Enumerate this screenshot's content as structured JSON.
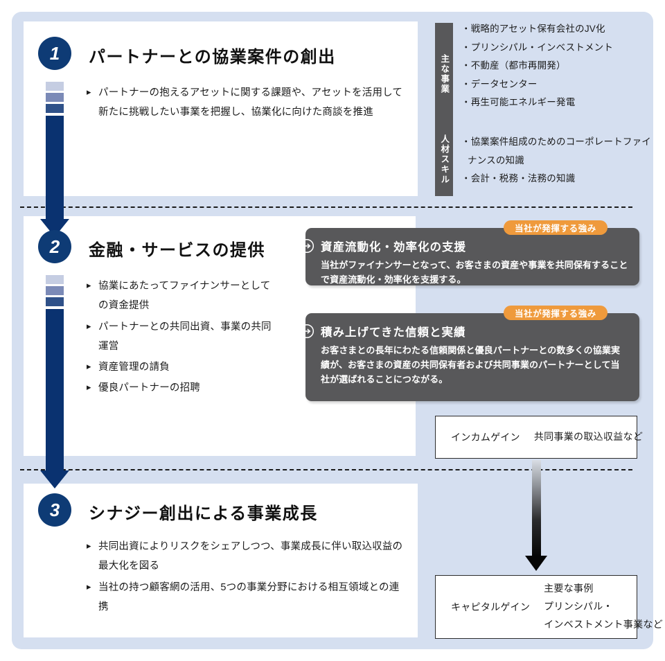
{
  "diagram": {
    "title_hidden": "",
    "colors": {
      "frame": "#d5dff0",
      "panel": "#ffffff",
      "navy": "#0e3b75",
      "arrow_navy": "#0a3270",
      "category_gray": "#58585a",
      "badge_orange": "#ef9a3c"
    }
  },
  "steps": [
    {
      "number": "1",
      "title": "パートナーとの協業案件の創出",
      "bullets": [
        "パートナーの抱えるアセットに関する課題や、アセットを活用して新たに挑戦したい事業を把握し、協業化に向けた商談を推進"
      ]
    },
    {
      "number": "2",
      "title": "金融・サービスの提供",
      "bullets": [
        "協業にあたってファイナンサーとしての資金提供",
        "パートナーとの共同出資、事業の共同運営",
        "資産管理の請負",
        "優良パートナーの招聘"
      ]
    },
    {
      "number": "3",
      "title": "シナジー創出による事業成長",
      "bullets": [
        "共同出資によりリスクをシェアしつつ、事業成長に伴い取込収益の最大化を図る",
        "当社の持つ顧客網の活用、5つの事業分野における相互領域との連携"
      ]
    }
  ],
  "categories": [
    {
      "label": "主な事業",
      "items": [
        {
          "text": "・戦略的アセット保有会社のJV化",
          "cont": ""
        },
        {
          "text": "・プリンシパル・インベストメント",
          "cont": ""
        },
        {
          "text": "・不動産（都市再開発）",
          "cont": ""
        },
        {
          "text": "・データセンター",
          "cont": ""
        },
        {
          "text": "・再生可能エネルギー発電",
          "cont": ""
        }
      ]
    },
    {
      "label": "人材スキル",
      "items": [
        {
          "text": "・協業案件組成のためのコーポレートファイ",
          "cont": "ナンスの知識"
        },
        {
          "text": "・会計・税務・法務の知識",
          "cont": ""
        }
      ]
    }
  ],
  "strengths": [
    {
      "badge": "当社が発揮する強み",
      "title": "資産流動化・効率化の支援",
      "body": "当社がファイナンサーとなって、お客さまの資産や事業を共同保有することで資産流動化・効率化を支援する。",
      "icon": "circle-arrow-right-icon"
    },
    {
      "badge": "当社が発揮する強み",
      "title": "積み上げてきた信頼と実績",
      "body": "お客さまとの長年にわたる信頼関係と優良パートナーとの数多くの協業実績が、お客さまの資産の共同保有者および共同事業のパートナーとして当社が選ばれることにつながる。",
      "icon": "circle-arrow-right-icon"
    }
  ],
  "outcomes": [
    {
      "label": "インカムゲイン",
      "lines": [
        "共同事業の取込収益など"
      ]
    },
    {
      "label": "キャピタルゲイン",
      "lines": [
        "主要な事例",
        "プリンシパル・",
        "インベストメント事業など"
      ]
    }
  ]
}
